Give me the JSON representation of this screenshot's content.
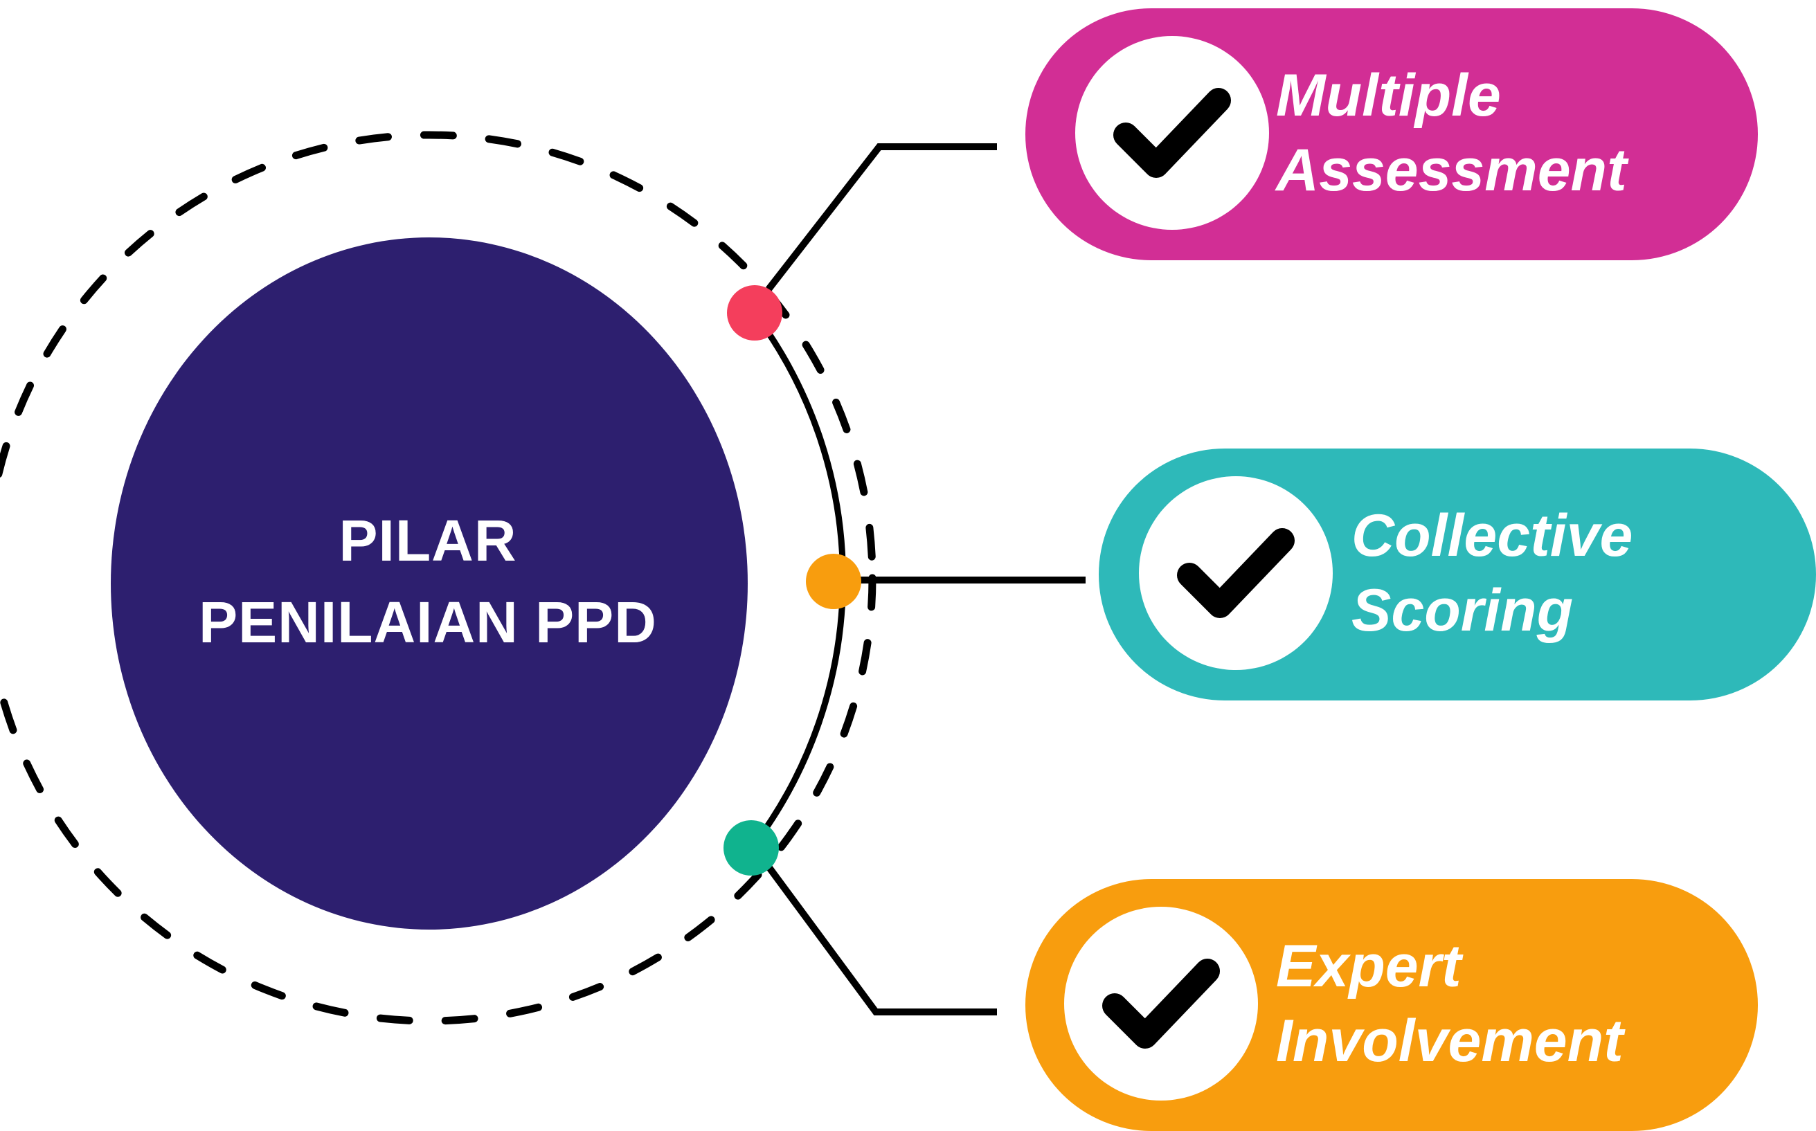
{
  "colors": {
    "center_circle": "#2d1f6f",
    "connector": "#000000",
    "dashed_ring": "#000000",
    "pill_1": "#d22e95",
    "pill_2": "#2eb9b9",
    "pill_3": "#f89d0e",
    "dot_1": "#f43e5c",
    "dot_2": "#f89d0e",
    "dot_3": "#10b38e",
    "check_mark": "#000000"
  },
  "center": {
    "line1": "PILAR",
    "line2": "PENILAIAN PPD"
  },
  "pillars": [
    {
      "line1": "Multiple",
      "line2": "Assessment",
      "icon": "check-icon"
    },
    {
      "line1": "Collective",
      "line2": "Scoring",
      "icon": "check-icon"
    },
    {
      "line1": "Expert",
      "line2": "Involvement",
      "icon": "check-icon"
    }
  ]
}
